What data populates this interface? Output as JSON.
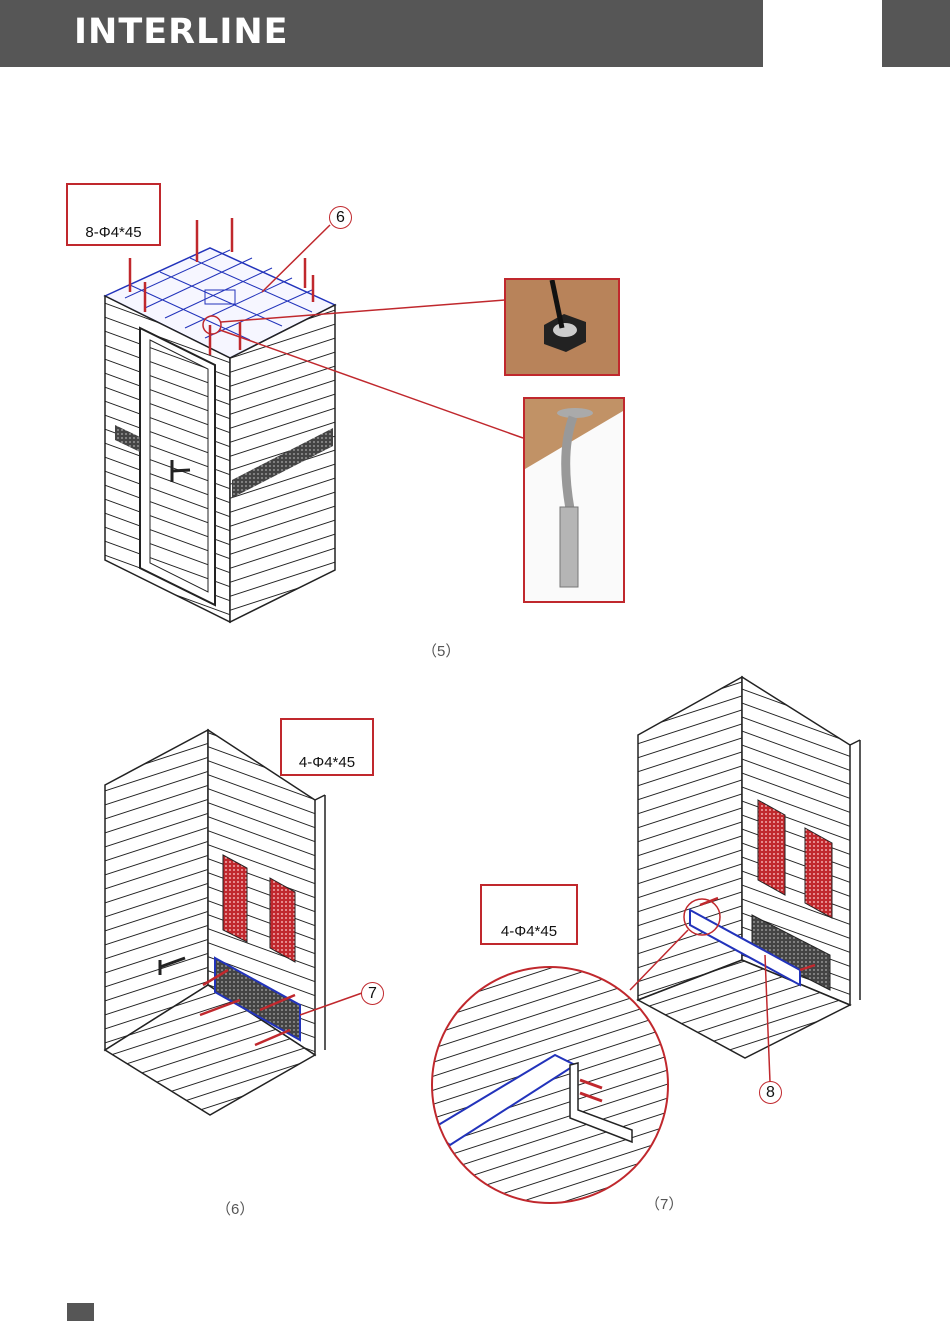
{
  "header": {
    "logo": "INTERLINE"
  },
  "figures": {
    "fig5": {
      "label": "（5）",
      "screw_label": "8-Φ4*45",
      "callout": "6"
    },
    "fig6": {
      "label": "（6）",
      "screw_label": "4-Φ4*45",
      "callout": "7"
    },
    "fig7": {
      "label": "（7）",
      "screw_label": "4-Φ4*45",
      "callout": "8"
    }
  },
  "colors": {
    "header": "#565656",
    "accent": "#c0282d",
    "line_blue": "#2233bb"
  }
}
